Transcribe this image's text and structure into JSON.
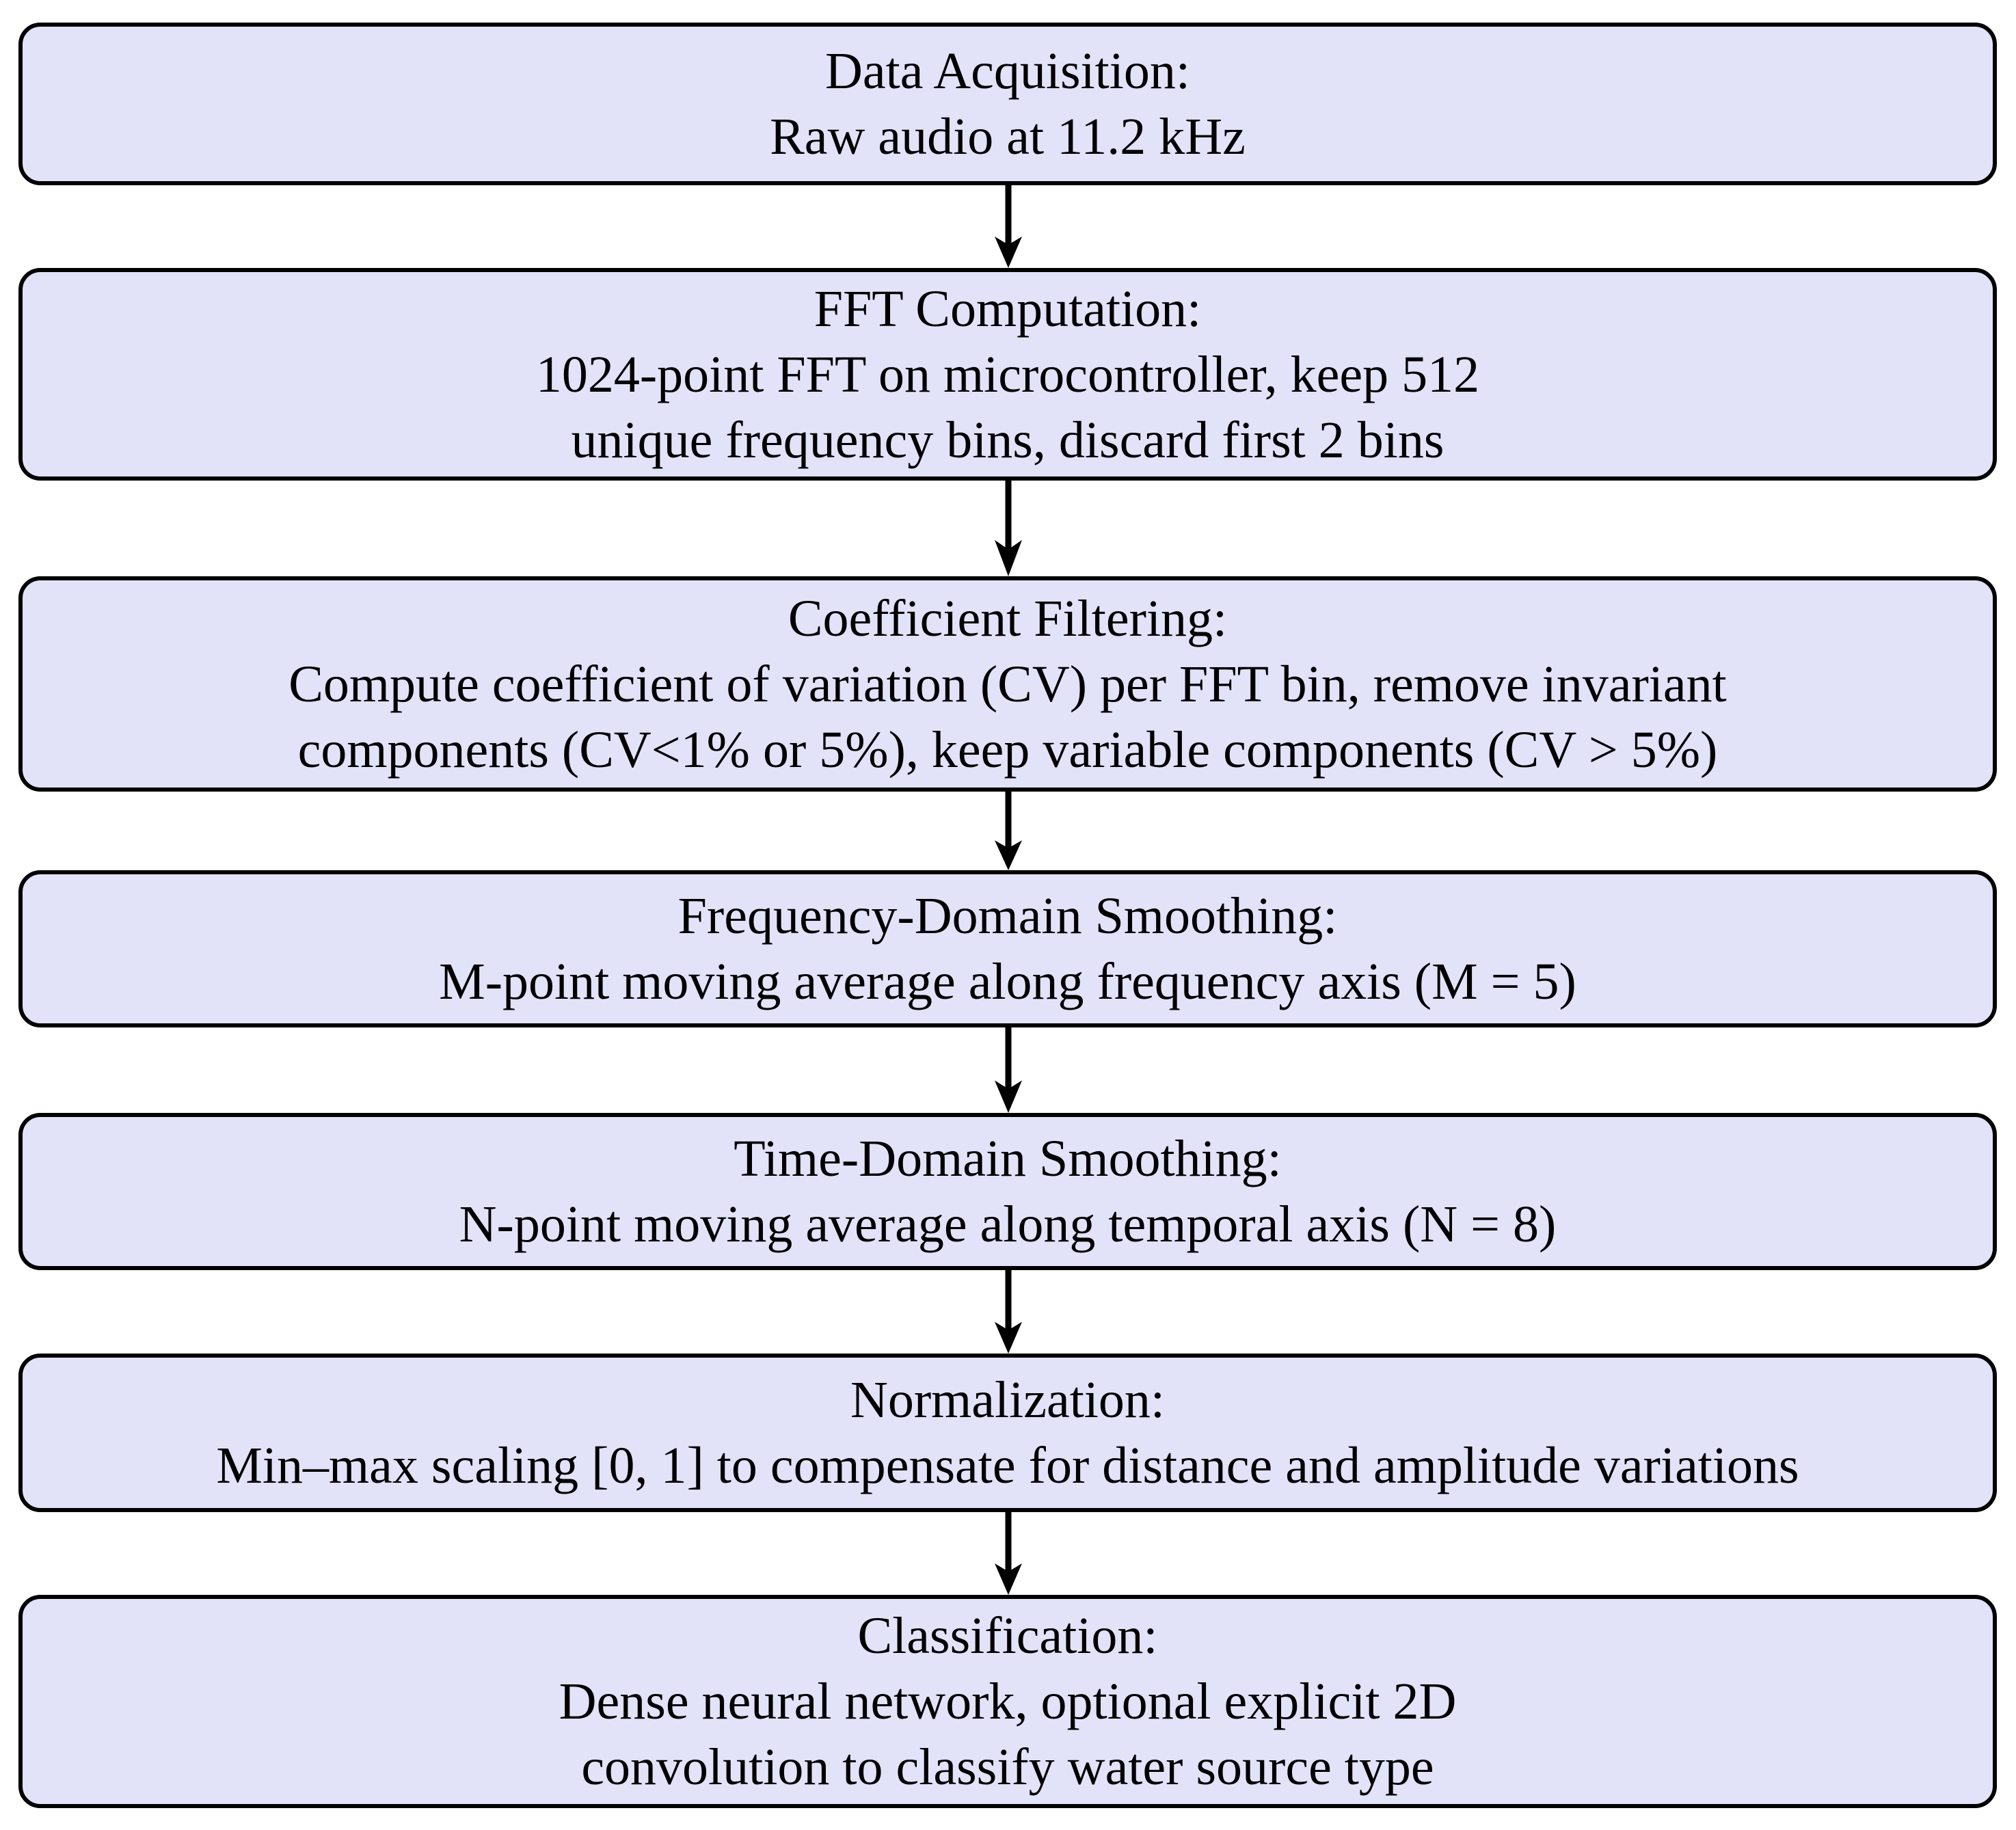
{
  "diagram": {
    "description": "Audio signal processing pipeline flowchart",
    "colors": {
      "background": "#FFFFFF",
      "box_fill": "#E2E2F9",
      "box_border": "#000000",
      "arrow": "#000000"
    },
    "nodes": [
      {
        "title": "Data Acquisition:",
        "lines": [
          "Raw audio at 11.2 kHz"
        ]
      },
      {
        "title": "FFT Computation:",
        "lines": [
          "1024-point FFT on microcontroller, keep 512",
          "unique frequency bins, discard first 2 bins"
        ]
      },
      {
        "title": "Coefficient Filtering:",
        "lines": [
          "Compute coefficient of variation (CV) per FFT bin, remove invariant",
          "components (CV<1% or 5%), keep variable components (CV > 5%)"
        ]
      },
      {
        "title": "Frequency-Domain Smoothing:",
        "lines": [
          "M-point moving average along frequency axis (M = 5)"
        ]
      },
      {
        "title": "Time-Domain Smoothing:",
        "lines": [
          "N-point moving average along temporal axis (N = 8)"
        ]
      },
      {
        "title": "Normalization:",
        "lines": [
          "Min–max scaling [0, 1] to compensate for distance and amplitude variations"
        ]
      },
      {
        "title": "Classification:",
        "lines": [
          "Dense neural network, optional explicit 2D",
          "convolution to classify water source type"
        ]
      }
    ]
  }
}
